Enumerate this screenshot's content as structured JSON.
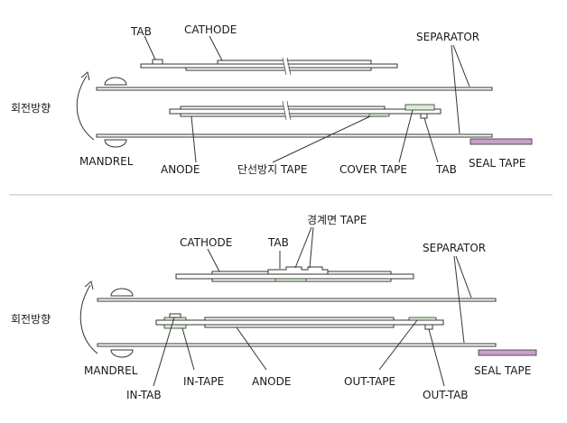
{
  "colors": {
    "line": "#333333",
    "cover_tape": "#d9f0d3",
    "seal_tape": "#c8a0c8",
    "divider": "#bbbbbb"
  },
  "top": {
    "tab": "TAB",
    "cathode": "CATHODE",
    "separator": "SEPARATOR",
    "rotation": "회전방향",
    "mandrel": "MANDREL",
    "anode": "ANODE",
    "anti_break_tape": "단선방지 TAPE",
    "cover_tape": "COVER TAPE",
    "tab2": "TAB",
    "seal_tape": "SEAL TAPE"
  },
  "bottom": {
    "boundary_tape": "경계면 TAPE",
    "cathode": "CATHODE",
    "tab": "TAB",
    "separator": "SEPARATOR",
    "rotation": "회전방향",
    "mandrel": "MANDREL",
    "in_tab": "IN-TAB",
    "in_tape": "IN-TAPE",
    "anode": "ANODE",
    "out_tape": "OUT-TAPE",
    "out_tab": "OUT-TAB",
    "seal_tape": "SEAL TAPE"
  }
}
